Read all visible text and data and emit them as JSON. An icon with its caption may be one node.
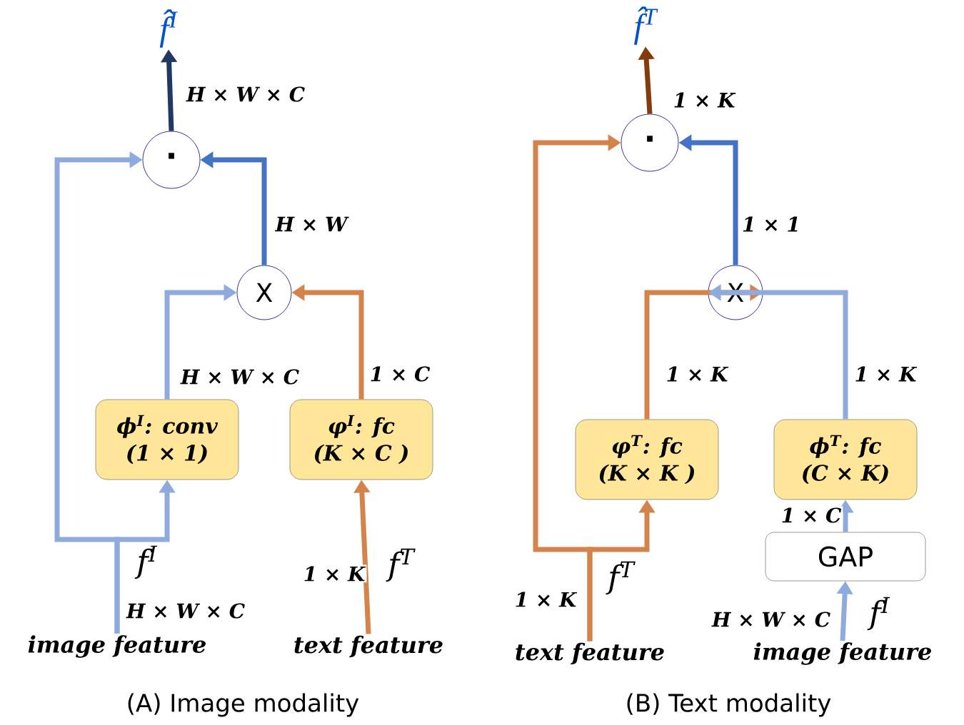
{
  "diagram": {
    "nodes": [
      {
        "text": [
          "f̂$^{I}$"
        ]
      },
      {
        "text": [
          "·"
        ]
      },
      {
        "text": [
          "X"
        ]
      },
      {
        "text": [
          "ϕ$^{I}$: conv",
          "(1 × 1)"
        ]
      },
      {
        "text": [
          "φ$^{I}$: fc",
          "(K × C )"
        ]
      },
      {
        "text": [
          "image feature"
        ]
      },
      {
        "text": [
          "text feature"
        ]
      },
      {
        "text": [
          "f̂$^{T}$"
        ]
      },
      {
        "text": [
          "·"
        ]
      },
      {
        "text": [
          "X"
        ]
      },
      {
        "text": [
          "φ$^{T}$: fc",
          "(K × K )"
        ]
      },
      {
        "text": [
          "ϕ$^{T}$: fc",
          "(C × K)"
        ]
      },
      {
        "text": [
          "GAP"
        ]
      },
      {
        "text": [
          "text feature"
        ]
      },
      {
        "text": [
          "image feature"
        ]
      }
    ],
    "edges": [
      {
        "from": 1,
        "to": 0,
        "arrow": "to",
        "label": "H × W × C",
        "color": "#203864"
      },
      {
        "from": 2,
        "to": 1,
        "arrow": "to",
        "label": "H × W",
        "color": "#4472c4"
      },
      {
        "from": 5,
        "to": 1,
        "arrow": "to"
      },
      {
        "from": 5,
        "to": 3,
        "arrow": "to"
      },
      {
        "from": 3,
        "to": 2,
        "arrow": "to",
        "label": "H × W × C"
      },
      {
        "from": 4,
        "to": 2,
        "arrow": "to",
        "label": "1 × C",
        "color": "#d6834b"
      },
      {
        "from": 6,
        "to": 4,
        "arrow": "to",
        "label": "1 × K",
        "color": "#d6834b"
      },
      {
        "from": 8,
        "to": 7,
        "arrow": "to",
        "label": "1 × K",
        "color": "#843c0c"
      },
      {
        "from": 9,
        "to": 8,
        "arrow": "to",
        "label": "1 × 1",
        "color": "#4472c4"
      },
      {
        "from": 13,
        "to": 8,
        "arrow": "to",
        "color": "#d6834b"
      },
      {
        "from": 13,
        "to": 10,
        "arrow": "to",
        "color": "#d6834b"
      },
      {
        "from": 10,
        "to": 9,
        "arrow": "to",
        "label": "1 × K",
        "color": "#d6834b"
      },
      {
        "from": 11,
        "to": 9,
        "arrow": "to",
        "label": "1 × K"
      },
      {
        "from": 12,
        "to": 11,
        "arrow": "to",
        "label": "1 × C"
      },
      {
        "from": 14,
        "to": 12,
        "arrow": "to",
        "label": "H × W × C"
      }
    ],
    "labels": [
      "f$^{I}$",
      "H × W × C",
      "f$^{T}$",
      "1 × K",
      "f$^{T}$",
      "f$^{I}$",
      "(A) Image modality",
      "(B) Text modality"
    ]
  }
}
